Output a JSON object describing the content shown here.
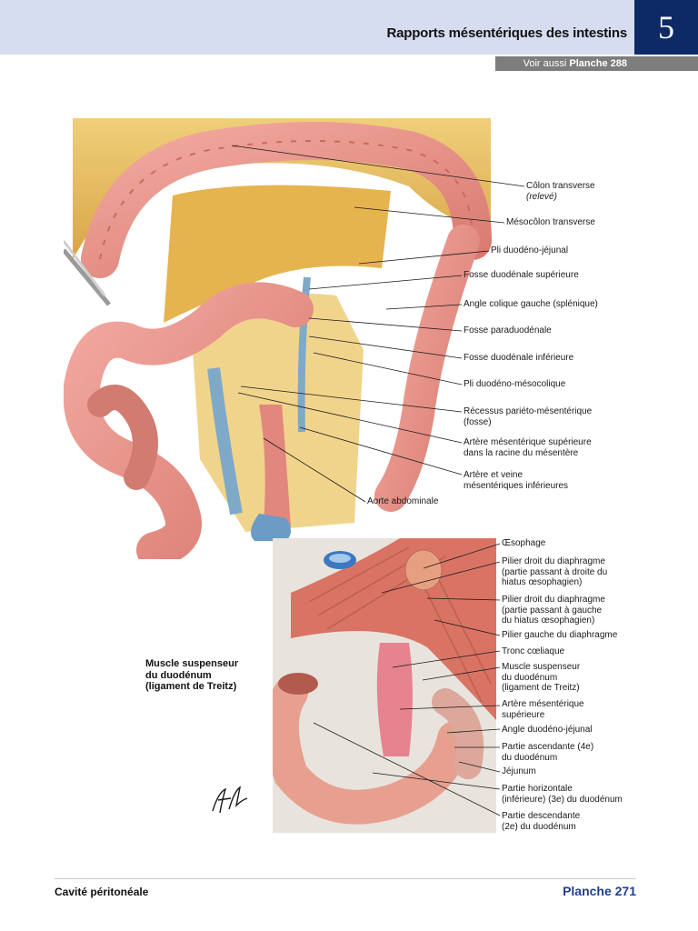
{
  "header": {
    "title": "Rapports mésentériques des intestins",
    "chapter": "5",
    "see_also_prefix": "Voir aussi",
    "see_also_ref": "Planche 288"
  },
  "main_figure": {
    "labels": [
      {
        "id": "colon",
        "line1": "Côlon transverse",
        "line2": "(relevé)"
      },
      {
        "id": "mesocolon",
        "line1": "Mésocôlon transverse"
      },
      {
        "id": "pli-dj",
        "line1": "Pli duodéno-jéjunal"
      },
      {
        "id": "fosse-sup",
        "line1": "Fosse duodénale supérieure"
      },
      {
        "id": "angle-colique",
        "line1": "Angle colique gauche (splénique)"
      },
      {
        "id": "fosse-para",
        "line1": "Fosse paraduodénale"
      },
      {
        "id": "fosse-inf",
        "line1": "Fosse duodénale inférieure"
      },
      {
        "id": "pli-dm",
        "line1": "Pli duodéno-mésocolique"
      },
      {
        "id": "recessus",
        "line1": "Récessus pariéto-mésentérique",
        "line2": "(fosse)"
      },
      {
        "id": "ams",
        "line1": "Artère mésentérique supérieure",
        "line2": "dans la racine du mésentère"
      },
      {
        "id": "amv-inf",
        "line1": "Artère et veine",
        "line2": "mésentériques inférieures"
      },
      {
        "id": "aorte",
        "line1": "Aorte abdominale"
      }
    ]
  },
  "inset_figure": {
    "caption_lines": [
      "Muscle suspenseur",
      "du duodénum",
      "(ligament de Treitz)"
    ],
    "labels": [
      {
        "id": "oesophage",
        "line1": "Œsophage"
      },
      {
        "id": "pilier-droit-1",
        "line1": "Pilier droit du diaphragme",
        "line2": "(partie passant à droite du",
        "line3": "hiatus œsophagien)"
      },
      {
        "id": "pilier-droit-2",
        "line1": "Pilier droit du diaphragme",
        "line2": "(partie passant à gauche",
        "line3": "du hiatus œsophagien)"
      },
      {
        "id": "pilier-gauche",
        "line1": "Pilier gauche du diaphragme"
      },
      {
        "id": "tronc",
        "line1": "Tronc cœliaque"
      },
      {
        "id": "muscle-susp",
        "line1": "Muscle suspenseur",
        "line2": "du duodénum",
        "line3": "(ligament de Treitz)"
      },
      {
        "id": "ams2",
        "line1": "Artère mésentérique",
        "line2": "supérieure"
      },
      {
        "id": "angle-dj",
        "line1": "Angle duodéno-jéjunal"
      },
      {
        "id": "partie-asc",
        "line1": "Partie ascendante (4e)",
        "line2": "du duodénum"
      },
      {
        "id": "jejunum",
        "line1": "Jéjunum"
      },
      {
        "id": "partie-horiz",
        "line1": "Partie horizontale",
        "line2": "(inférieure) (3e) du duodénum"
      },
      {
        "id": "partie-desc",
        "line1": "Partie descendante",
        "line2": "(2e) du duodénum"
      }
    ]
  },
  "footer": {
    "section": "Cavité péritonéale",
    "plate": "Planche 271"
  },
  "colors": {
    "header_band": "#d6ddf0",
    "chapter_box": "#0e2a66",
    "plate_blue": "#1f3f8f",
    "intestine": "#e8928a",
    "fat": "#e9c262"
  }
}
